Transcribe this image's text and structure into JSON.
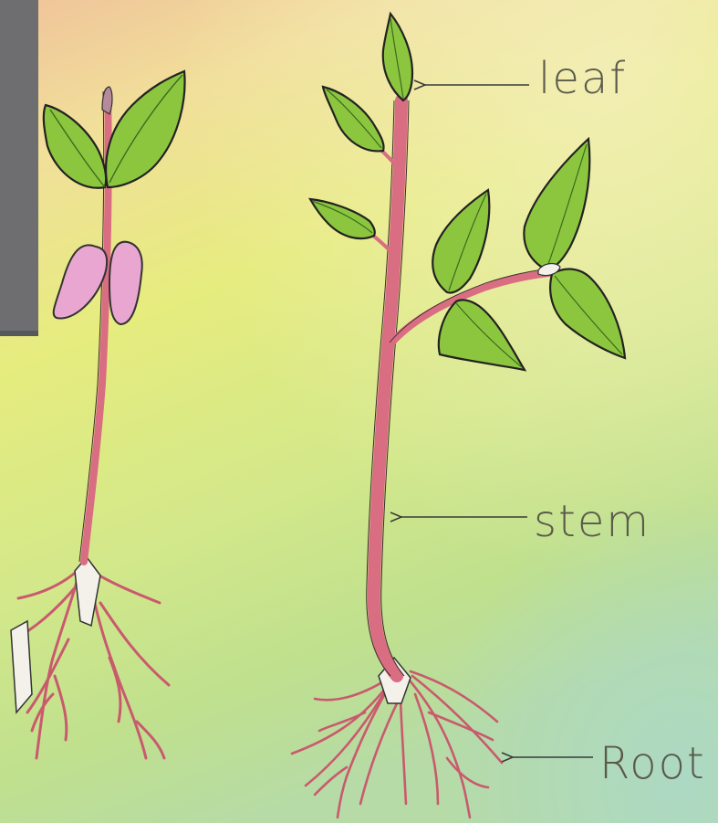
{
  "labels": {
    "leaf": "leaf",
    "stem": "stem",
    "root": "Root"
  },
  "colors": {
    "leaf_green": "#8cc63f",
    "stem_pink": "#e07a8a",
    "seed_pink": "#e9a6d0",
    "outline": "#2a2a2a"
  }
}
